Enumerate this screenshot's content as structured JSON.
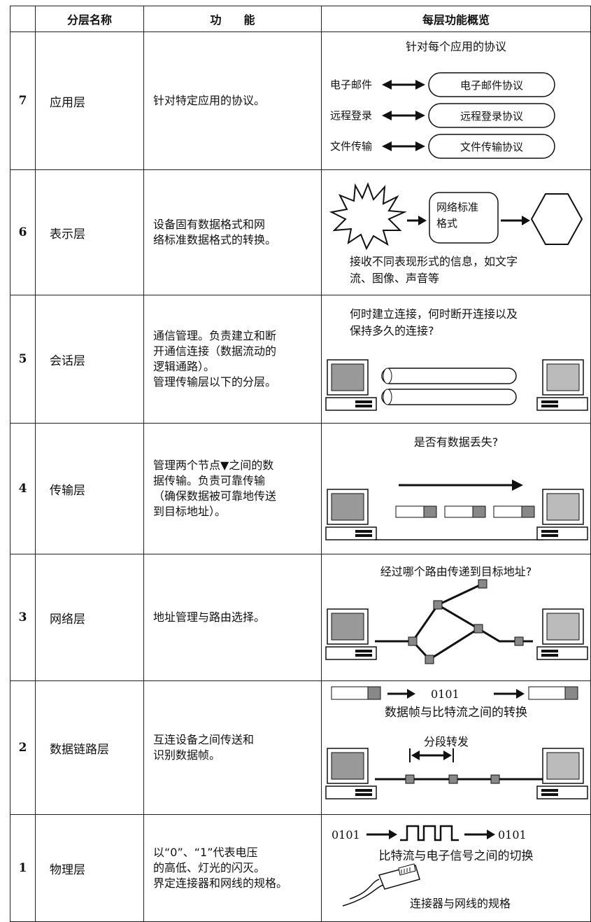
{
  "headers": {
    "name": "分层名称",
    "function": "功　　能",
    "overview": "每层功能概览"
  },
  "layers": [
    {
      "num": "7",
      "name": "应用层",
      "function": "针对特定应用的协议。",
      "overview": {
        "caption": "针对每个应用的协议",
        "pairs": [
          {
            "app": "电子邮件",
            "protocol": "电子邮件协议"
          },
          {
            "app": "远程登录",
            "protocol": "远程登录协议"
          },
          {
            "app": "文件传输",
            "protocol": "文件传输协议"
          }
        ]
      }
    },
    {
      "num": "6",
      "name": "表示层",
      "function": "设备固有数据格式和网\n络标准数据格式的转换。",
      "overview": {
        "box": "网络标准\n格式",
        "caption": "接收不同表现形式的信息，如文字\n流、图像、声音等"
      }
    },
    {
      "num": "5",
      "name": "会话层",
      "function": "通信管理。负责建立和断\n开通信连接（数据流动的\n逻辑通路）。\n管理传输层以下的分层。",
      "overview": {
        "caption": "何时建立连接，何时断开连接以及\n保持多久的连接?"
      }
    },
    {
      "num": "4",
      "name": "传输层",
      "function": "管理两个节点▼之间的数\n据传输。负责可靠传输\n（确保数据被可靠地传送\n到目标地址）。",
      "overview": {
        "caption": "是否有数据丢失?"
      }
    },
    {
      "num": "3",
      "name": "网络层",
      "function": "地址管理与路由选择。",
      "overview": {
        "caption": "经过哪个路由传递到目标地址?"
      }
    },
    {
      "num": "2",
      "name": "数据链路层",
      "function": "互连设备之间传送和\n识别数据帧。",
      "overview": {
        "bits": "0101",
        "caption": "数据帧与比特流之间的转换",
        "sublabel": "分段转发"
      }
    },
    {
      "num": "1",
      "name": "物理层",
      "function": "以“0”、“1”代表电压\n的高低、灯光的闪灭。\n界定连接器和网线的规格。",
      "overview": {
        "bits_in": "0101",
        "bits_out": "0101",
        "caption": "比特流与电子信号之间的切换",
        "sublabel": "连接器与网线的规格"
      }
    }
  ]
}
